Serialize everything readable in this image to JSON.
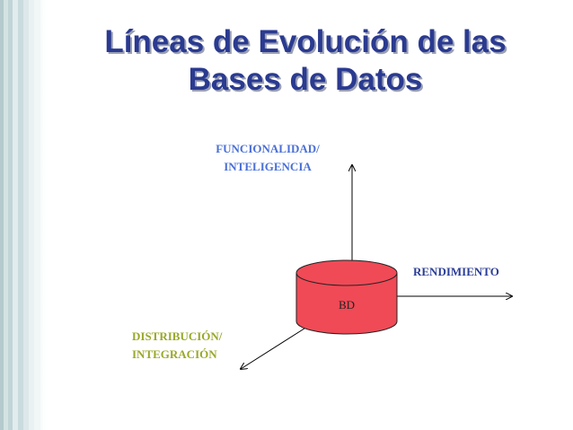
{
  "slide": {
    "title_line1": "Líneas de Evolución de las",
    "title_line2": "Bases de Datos"
  },
  "diagram": {
    "center_label": "BD",
    "axes": {
      "up": {
        "line1": "FUNCIONALIDAD/",
        "line2": "INTELIGENCIA"
      },
      "right": {
        "line1": "RENDIMIENTO"
      },
      "down_left": {
        "line1": "DISTRIBUCIÓN/",
        "line2": "INTEGRACIÓN"
      }
    },
    "colors": {
      "title": "#2a3a90",
      "cylinder": "#f04a56",
      "functionality_label": "#4a6fd6",
      "performance_label": "#2b3e96",
      "distribution_label": "#9aa82a"
    }
  }
}
